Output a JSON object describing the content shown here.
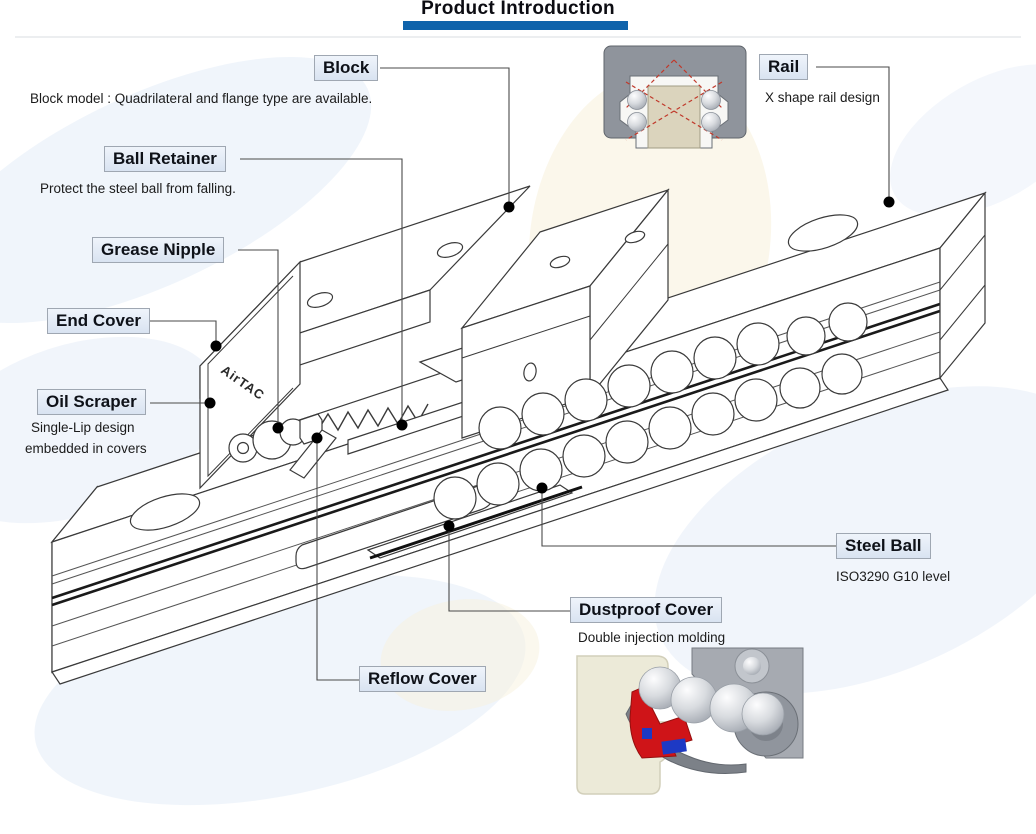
{
  "header": {
    "title": "Product Introduction"
  },
  "labels": {
    "block": {
      "title": "Block",
      "caption": "Block model : Quadrilateral and flange type are available."
    },
    "rail": {
      "title": "Rail",
      "caption": "X shape rail design"
    },
    "ball_retainer": {
      "title": "Ball Retainer",
      "caption": "Protect the steel ball from falling."
    },
    "grease_nipple": {
      "title": "Grease Nipple"
    },
    "end_cover": {
      "title": "End Cover"
    },
    "oil_scraper": {
      "title": "Oil Scraper",
      "caption1": "Single-Lip design",
      "caption2": "embedded in covers"
    },
    "steel_ball": {
      "title": "Steel Ball",
      "caption": "ISO3290 G10 level"
    },
    "dustproof_cover": {
      "title": "Dustproof Cover",
      "caption": "Double injection molding"
    },
    "reflow_cover": {
      "title": "Reflow Cover"
    }
  },
  "drawing": {
    "brand_text": "AirTAC"
  },
  "colors": {
    "accent_blue": "#0f63ab",
    "label_box": "#dfe8f3",
    "line": "#3a3a3a",
    "rail_tan": "#dbd4bd",
    "steel_gray": "#c7cbd1",
    "seal_red": "#cf1418",
    "seal_blue": "#1d39c4"
  }
}
